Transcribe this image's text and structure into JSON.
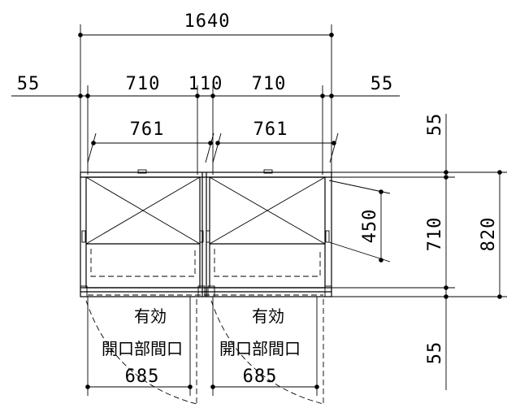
{
  "dimensions": {
    "overall_width": "1640",
    "side_left": "55",
    "unit_left": "710",
    "gap": "110",
    "unit_right": "710",
    "side_right": "55",
    "clear_left": "761",
    "clear_right": "761",
    "inner_height": "450",
    "height": "710",
    "overall_depth": "820",
    "top_margin": "55",
    "bottom_margin": "55"
  },
  "labels": {
    "left": {
      "line1": "有効",
      "line2": "開口部間口",
      "value": "685"
    },
    "right": {
      "line1": "有効",
      "line2": "開口部間口",
      "value": "685"
    }
  }
}
